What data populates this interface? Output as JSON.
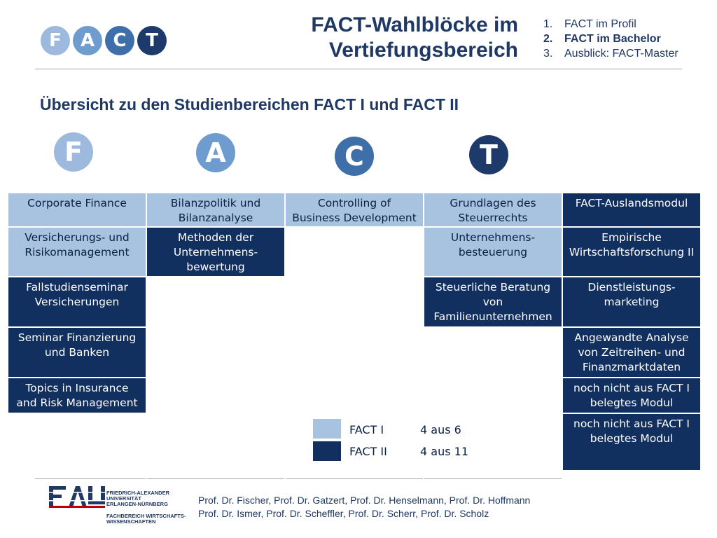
{
  "header": {
    "logo_letters": [
      "F",
      "A",
      "C",
      "T"
    ],
    "title_line1": "FACT-Wahlblöcke im",
    "title_line2": "Vertiefungsbereich",
    "nav": [
      {
        "num": "1.",
        "label": "FACT im Profil",
        "active": false
      },
      {
        "num": "2.",
        "label": "FACT im Bachelor",
        "active": true
      },
      {
        "num": "3.",
        "label": "Ausblick: FACT-Master",
        "active": false
      }
    ]
  },
  "subtitle": "Übersicht zu den Studienbereichen FACT I und FACT II",
  "column_letters": [
    "F",
    "A",
    "C",
    "T"
  ],
  "colors": {
    "fact1": "#a8c3e0",
    "fact2": "#12305f",
    "logo_f": "#9db9dd",
    "logo_a": "#6f9ccf",
    "logo_c": "#3f6fa9",
    "logo_t": "#1d3a6b",
    "text": "#1f3864"
  },
  "table": {
    "columns": [
      {
        "cells": [
          {
            "text": "Corporate Finance",
            "kind": "fact1"
          },
          {
            "text": "Versicherungs- und\nRisikomanagement",
            "kind": "fact1"
          },
          {
            "text": "Fallstudienseminar\nVersicherungen",
            "kind": "fact2"
          },
          {
            "text": "Seminar Finanzierung\nund Banken",
            "kind": "fact2"
          },
          {
            "text": "Topics in Insurance\nand Risk Management",
            "kind": "fact2"
          }
        ]
      },
      {
        "cells": [
          {
            "text": "Bilanzpolitik und\nBilanzanalyse",
            "kind": "fact1"
          },
          {
            "text": "Methoden der\nUnternehmens-\nbewertung",
            "kind": "fact2"
          }
        ]
      },
      {
        "cells": [
          {
            "text": "Controlling of\nBusiness Development",
            "kind": "fact1"
          }
        ]
      },
      {
        "cells": [
          {
            "text": "Grundlagen des\nSteuerrechts",
            "kind": "fact1"
          },
          {
            "text": "Unternehmens-\nbesteuerung",
            "kind": "fact1"
          },
          {
            "text": "Steuerliche Beratung\nvon\nFamilienunternehmen",
            "kind": "fact2"
          }
        ]
      },
      {
        "cells": [
          {
            "text": "FACT-Auslandsmodul",
            "kind": "fact2"
          },
          {
            "text": "Empirische\nWirtschaftsforschung II",
            "kind": "fact2"
          },
          {
            "text": "Dienstleistungs-\nmarketing",
            "kind": "fact2"
          },
          {
            "text": "Angewandte Analyse\nvon Zeitreihen- und\nFinanzmarktdaten",
            "kind": "fact2"
          },
          {
            "text": "noch nicht aus FACT I\nbelegtes Modul",
            "kind": "fact2"
          },
          {
            "text": "noch nicht aus FACT I\nbelegtes Modul",
            "kind": "fact2"
          }
        ]
      }
    ]
  },
  "legend": [
    {
      "label": "FACT I",
      "value": "4 aus 6",
      "kind": "fact1"
    },
    {
      "label": "FACT II",
      "value": "4 aus 11",
      "kind": "fact2"
    }
  ],
  "footer": {
    "fau_logo_letters": "FAU",
    "fau_line1": "FRIEDRICH-ALEXANDER",
    "fau_line2": "UNIVERSITÄT",
    "fau_line3": "ERLANGEN-NÜRNBERG",
    "fau_line4": "FACHBEREICH WIRTSCHAFTS-",
    "fau_line5": "WISSENSCHAFTEN",
    "professors_line1": "Prof. Dr. Fischer, Prof. Dr. Gatzert, Prof. Dr. Henselmann, Prof. Dr. Hoffmann",
    "professors_line2": "Prof. Dr. Ismer, Prof. Dr. Scheffler, Prof. Dr. Scherr, Prof. Dr. Scholz"
  }
}
